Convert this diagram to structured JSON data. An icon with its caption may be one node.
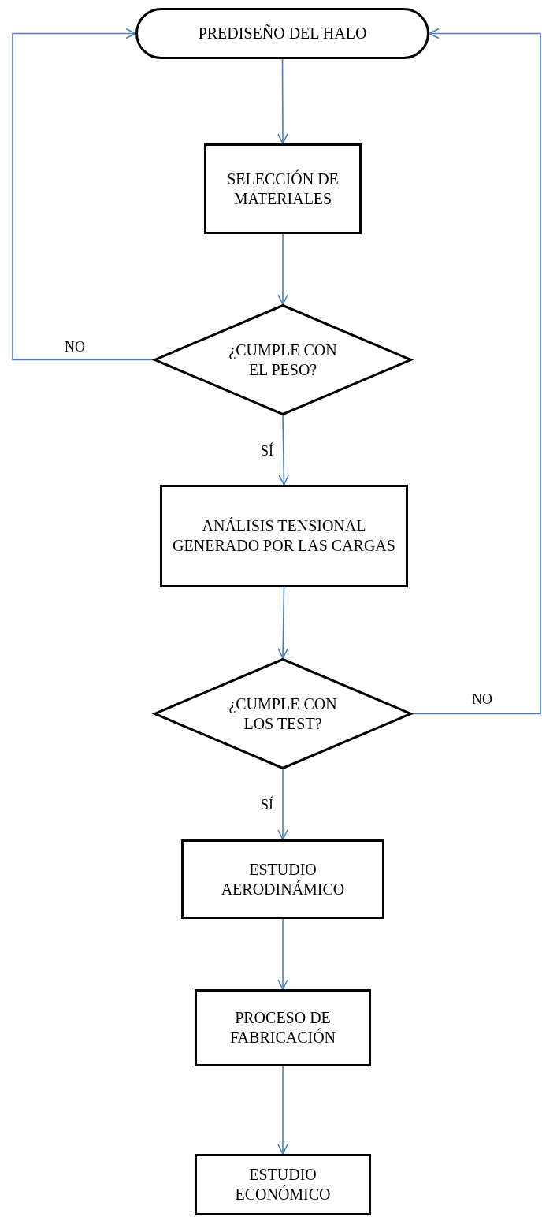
{
  "diagram": {
    "nodes": [
      {
        "text": [
          "PREDISEÑO DEL HALO"
        ]
      },
      {
        "text": [
          "SELECCIÓN DE MATERIALES"
        ]
      },
      {
        "text": [
          "¿CUMPLE CON EL PESO?"
        ]
      },
      {
        "text": [
          "ANÁLISIS TENSIONAL GENERADO POR LAS CARGAS"
        ]
      },
      {
        "text": [
          "¿CUMPLE CON LOS TEST?"
        ]
      },
      {
        "text": [
          "ESTUDIO AERODINÁMICO"
        ]
      },
      {
        "text": [
          "PROCESO DE FABRICACIÓN"
        ]
      },
      {
        "text": [
          "ESTUDIO ECONÓMICO"
        ]
      }
    ],
    "edges": [
      {
        "from": 0,
        "to": 1,
        "arrow": "to"
      },
      {
        "from": 1,
        "to": 2,
        "arrow": "to"
      },
      {
        "from": 2,
        "to": 0,
        "arrow": "to",
        "label": "NO"
      },
      {
        "from": 2,
        "to": 3,
        "arrow": "to",
        "label": "SÍ"
      },
      {
        "from": 3,
        "to": 4,
        "arrow": "to"
      },
      {
        "from": 4,
        "to": 0,
        "arrow": "to",
        "label": "NO"
      },
      {
        "from": 4,
        "to": 5,
        "arrow": "to",
        "label": "SÍ"
      },
      {
        "from": 5,
        "to": 6,
        "arrow": "to"
      },
      {
        "from": 6,
        "to": 7,
        "arrow": "to"
      }
    ]
  }
}
